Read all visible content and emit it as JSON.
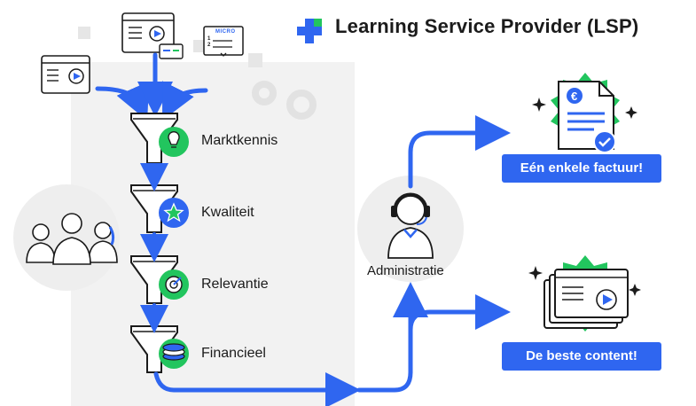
{
  "header": {
    "title": "Learning Service Provider (LSP)"
  },
  "micro_card": {
    "label": "MICRO",
    "items": [
      "1",
      "2"
    ]
  },
  "funnel_steps": [
    {
      "label": "Marktkennis",
      "icon": "lightbulb-icon"
    },
    {
      "label": "Kwaliteit",
      "icon": "star-icon"
    },
    {
      "label": "Relevantie",
      "icon": "target-icon"
    },
    {
      "label": "Financieel",
      "icon": "coins-icon"
    }
  ],
  "administration": {
    "label": "Administratie",
    "icon": "headset-person-icon"
  },
  "outcomes": [
    {
      "label": "Eén enkele factuur!",
      "icon": "invoice-euro-icon"
    },
    {
      "label": "De beste content!",
      "icon": "video-content-icon"
    }
  ],
  "colors": {
    "accent_blue": "#2f66f0",
    "accent_green": "#22c55e",
    "panel_gray": "#f2f2f2"
  }
}
